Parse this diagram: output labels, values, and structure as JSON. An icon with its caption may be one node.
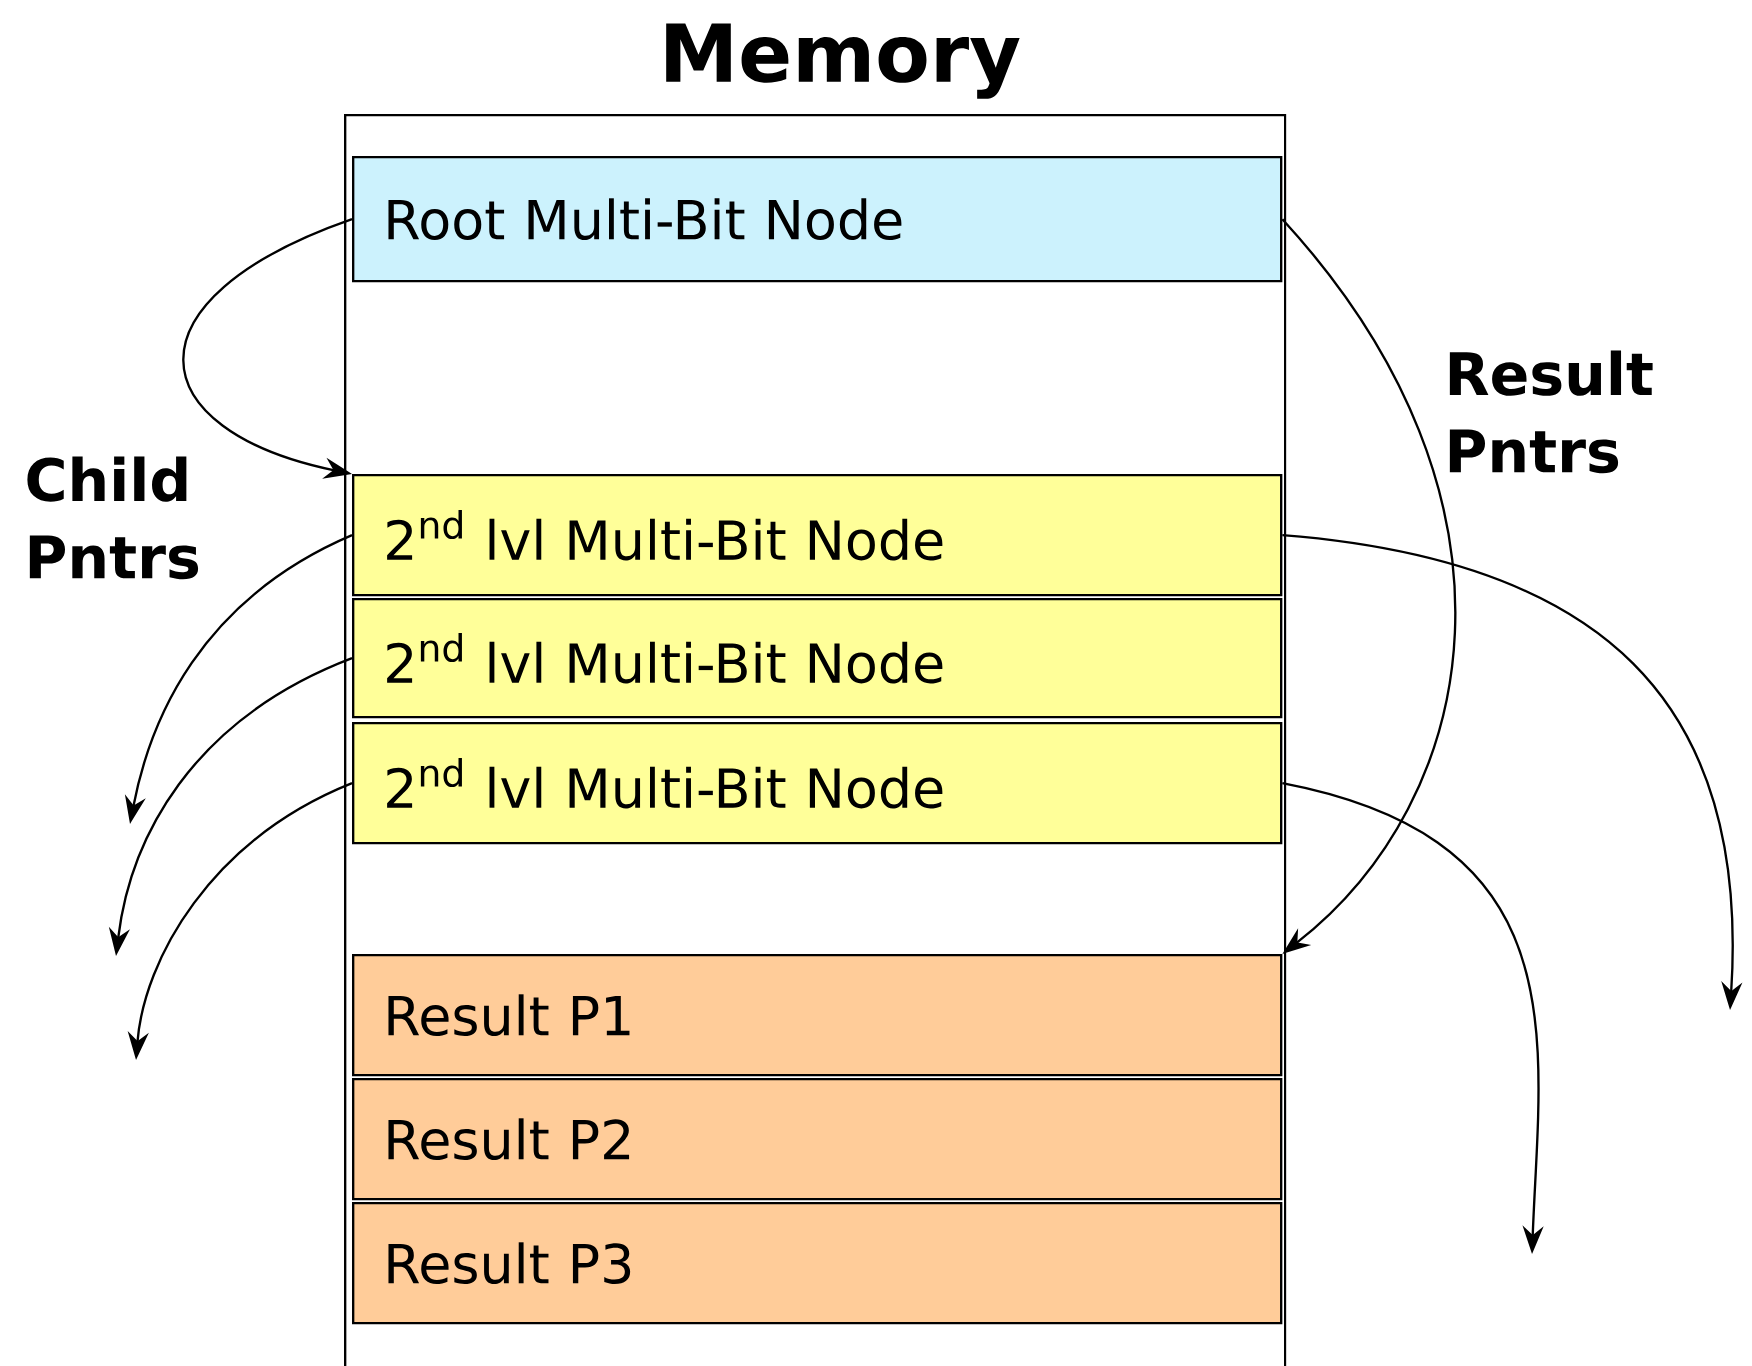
{
  "diagram": {
    "nodes": [
      {
        "text": [
          "Memory"
        ]
      },
      {
        "text": [
          "Root Multi-Bit Node"
        ],
        "in": 0
      },
      {
        "text": [
          "2$^{nd}$ lvl Multi-Bit Node"
        ],
        "in": 0
      },
      {
        "text": [
          "2$^{nd}$ lvl Multi-Bit Node"
        ],
        "in": 0
      },
      {
        "text": [
          "2$^{nd}$ lvl Multi-Bit Node"
        ],
        "in": 0
      },
      {
        "text": [
          "Result P1"
        ],
        "in": 0
      },
      {
        "text": [
          "Result P2"
        ],
        "in": 0
      },
      {
        "text": [
          "Result P3"
        ],
        "in": 0
      }
    ],
    "edges": [
      {
        "from": 1,
        "to": 2,
        "arrow": "to"
      },
      {
        "from": 1,
        "to": 5,
        "arrow": "to"
      },
      {
        "from": 2,
        "to": null,
        "arrow": "to"
      },
      {
        "from": 3,
        "to": null,
        "arrow": "to"
      },
      {
        "from": 4,
        "to": null,
        "arrow": "to"
      },
      {
        "from": 2,
        "to": null,
        "arrow": "to"
      },
      {
        "from": 4,
        "to": null,
        "arrow": "to"
      }
    ],
    "labels": [
      "Child Pntrs",
      "Result Pntrs"
    ]
  }
}
